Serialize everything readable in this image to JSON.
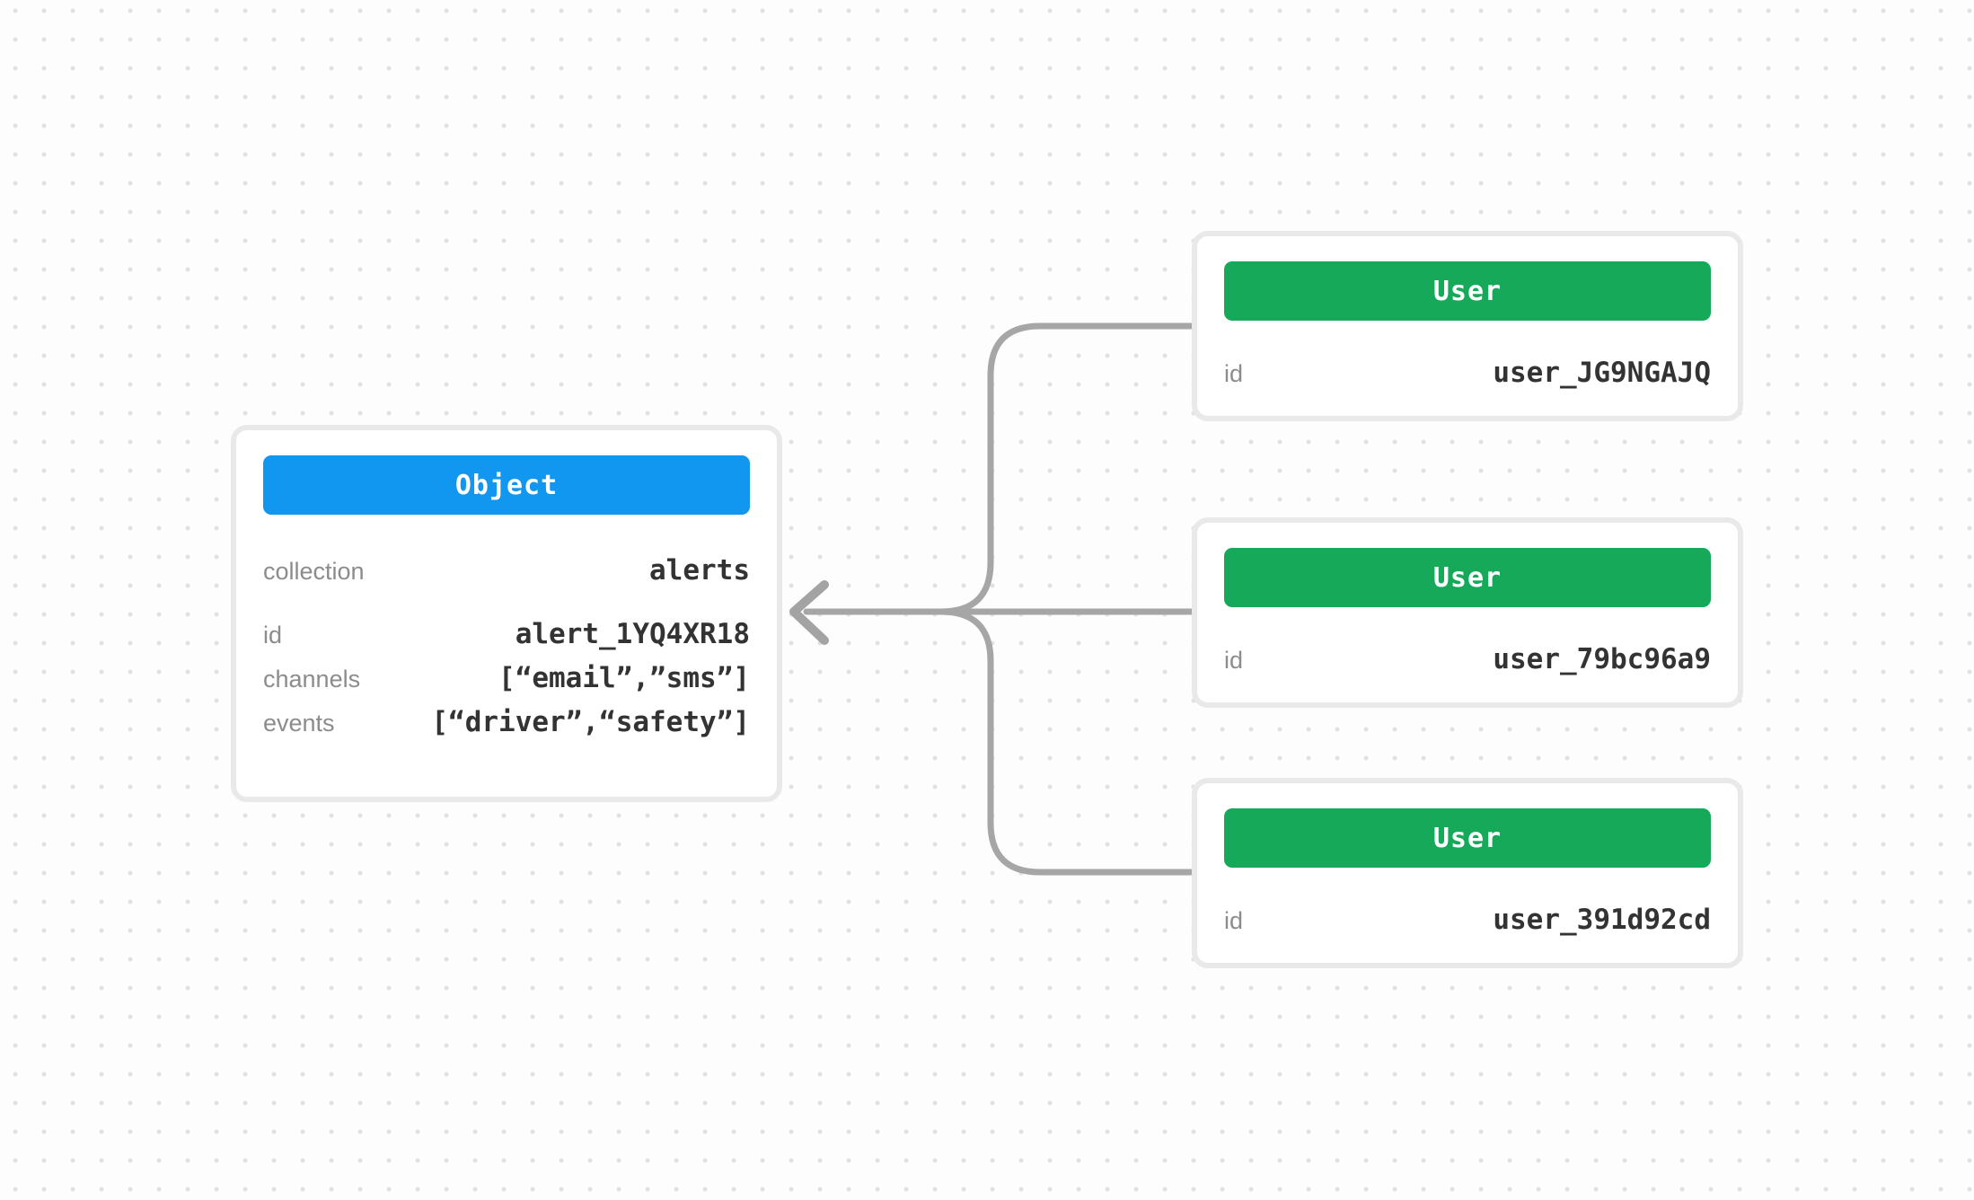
{
  "diagram": {
    "type": "entity-relationship",
    "colors": {
      "object_header": "#1297f0",
      "user_header": "#17a95a",
      "connector": "#a6a6a6",
      "card_border": "#e9e9e9",
      "label_text": "#8c8c8c",
      "value_text": "#333333",
      "canvas_dot": "#e1e1e1"
    },
    "connector": {
      "arrow_icon": "arrow-left",
      "direction": "users-to-object"
    }
  },
  "object_card": {
    "title": "Object",
    "rows": [
      {
        "label": "collection",
        "value": "alerts"
      },
      {
        "label": "id",
        "value": "alert_1YQ4XR18"
      },
      {
        "label": "channels",
        "value": "[“email”,”sms”]"
      },
      {
        "label": "events",
        "value": "[“driver”,“safety”]"
      }
    ]
  },
  "user_cards": [
    {
      "title": "User",
      "rows": [
        {
          "label": "id",
          "value": "user_JG9NGAJQ"
        }
      ]
    },
    {
      "title": "User",
      "rows": [
        {
          "label": "id",
          "value": "user_79bc96a9"
        }
      ]
    },
    {
      "title": "User",
      "rows": [
        {
          "label": "id",
          "value": "user_391d92cd"
        }
      ]
    }
  ]
}
